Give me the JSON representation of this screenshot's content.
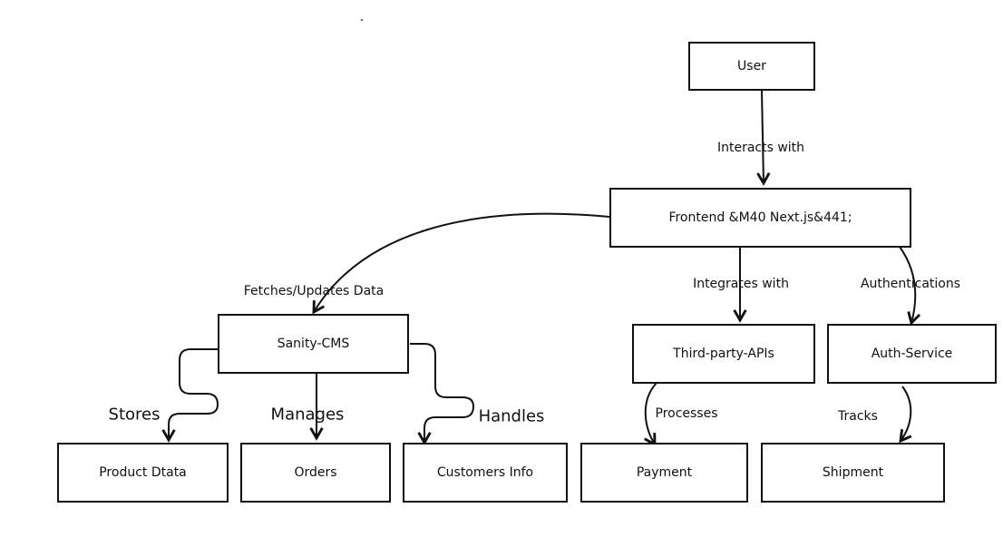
{
  "nodes": {
    "user": "User",
    "frontend": "Frontend &M40 Next.js&441;",
    "sanity": "Sanity-CMS",
    "third_party": "Third-party-APIs",
    "auth": "Auth-Service",
    "product": "Product Dtata",
    "orders": "Orders",
    "customers": "Customers Info",
    "payment": "Payment",
    "shipment": "Shipment"
  },
  "edges": {
    "interacts": "Interacts with",
    "fetches": "Fetches/Updates Data",
    "integrates": "Integrates with",
    "authentications": "Authentications",
    "stores": "Stores",
    "manages": "Manages",
    "handles": "Handles",
    "processes": "Processes",
    "tracks": "Tracks"
  }
}
